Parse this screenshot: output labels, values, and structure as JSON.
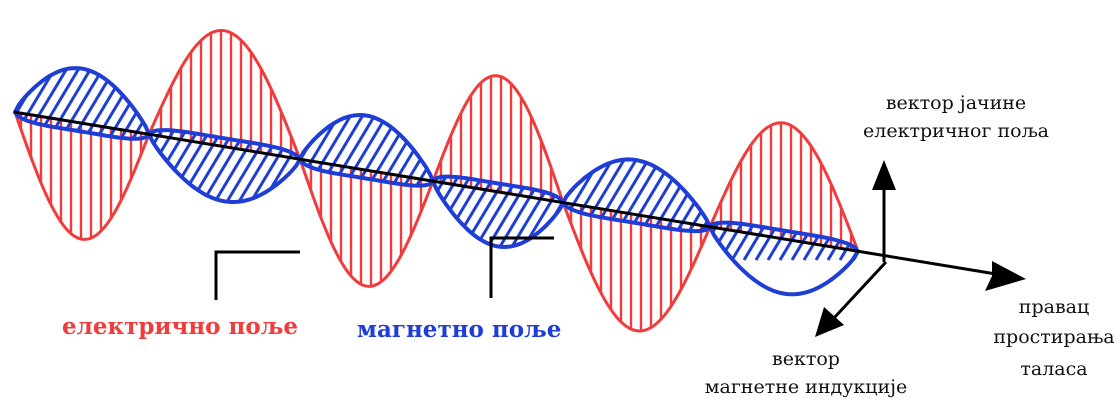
{
  "labels": {
    "electric_field": "електрично поље",
    "magnetic_field": "магнетно поље",
    "e_vector_line1": "вектор јачине",
    "e_vector_line2": "електричног поља",
    "b_vector_line1": "вектор",
    "b_vector_line2": "магнетне индукције",
    "direction_line1": "правац",
    "direction_line2": "простирања",
    "direction_line3": "таласа"
  },
  "colors": {
    "electric": "#f03c3c",
    "magnetic": "#1f3ed6",
    "axis": "#000000"
  }
}
